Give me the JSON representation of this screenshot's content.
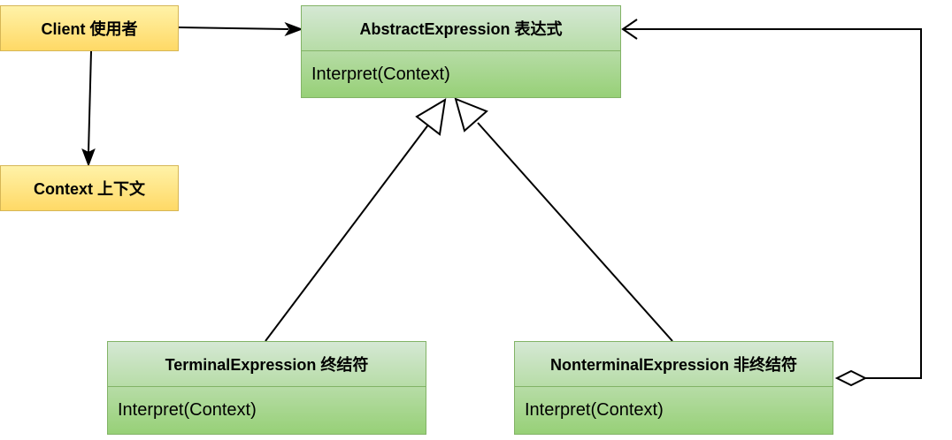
{
  "nodes": {
    "client": {
      "label": "Client 使用者"
    },
    "context": {
      "label": "Context 上下文"
    },
    "abstract_expression": {
      "title": "AbstractExpression 表达式",
      "method": "Interpret(Context)"
    },
    "terminal_expression": {
      "title": "TerminalExpression 终结符",
      "method": "Interpret(Context)"
    },
    "nonterminal_expression": {
      "title": "NonterminalExpression 非终结符",
      "method": "Interpret(Context)"
    }
  },
  "colors": {
    "yellow_fill": "#ffd966",
    "yellow_stroke": "#d6b656",
    "green_fill": "#97d077",
    "green_stroke": "#82b366",
    "line": "#000000"
  },
  "relations": [
    {
      "from": "client",
      "to": "abstract_expression",
      "kind": "association"
    },
    {
      "from": "client",
      "to": "context",
      "kind": "association"
    },
    {
      "from": "terminal_expression",
      "to": "abstract_expression",
      "kind": "inheritance"
    },
    {
      "from": "nonterminal_expression",
      "to": "abstract_expression",
      "kind": "inheritance"
    },
    {
      "from": "nonterminal_expression",
      "to": "abstract_expression",
      "kind": "aggregation"
    }
  ]
}
